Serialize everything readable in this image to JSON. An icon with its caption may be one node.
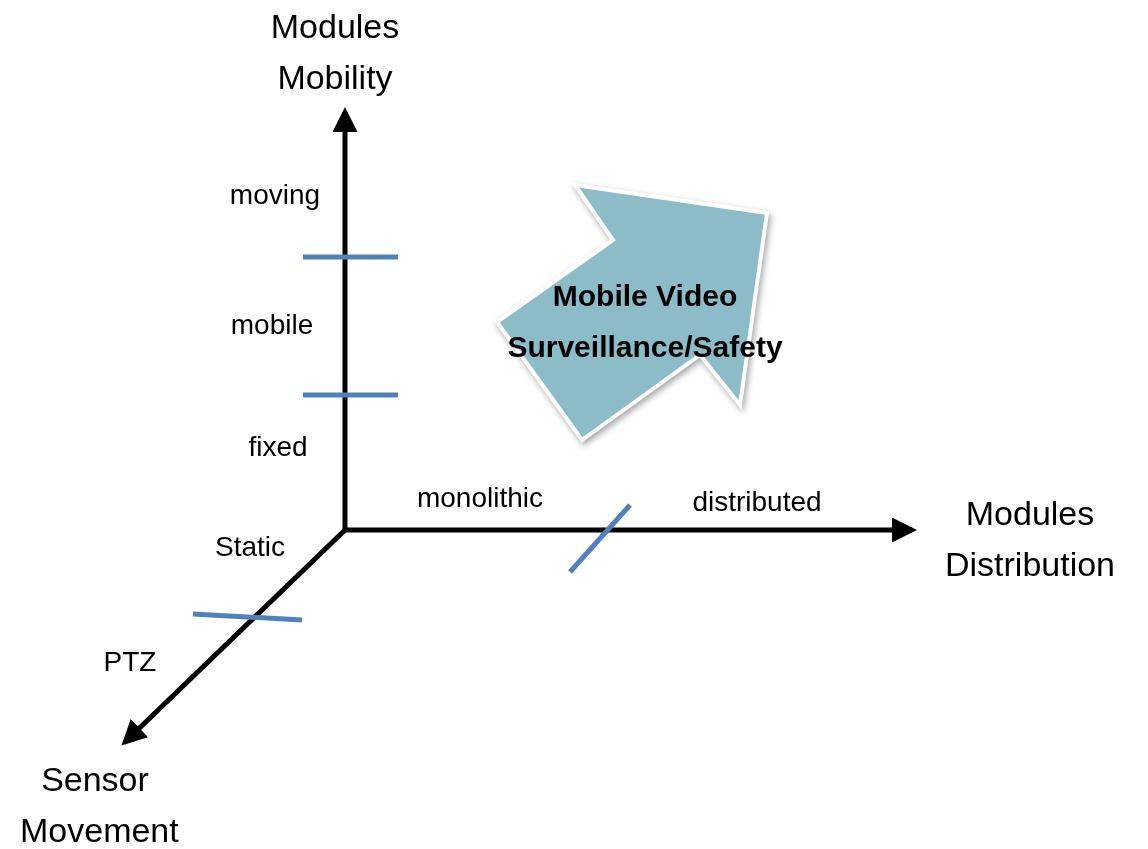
{
  "diagram": {
    "nodes": [
      {
        "text": [
          "Mobile Video Surveillance/Safety"
        ]
      }
    ],
    "labels": [
      "Modules Mobility",
      "moving",
      "mobile",
      "fixed",
      "Static",
      "monolithic",
      "distributed",
      "Modules Distribution",
      "PTZ",
      "Sensor Movement"
    ]
  }
}
